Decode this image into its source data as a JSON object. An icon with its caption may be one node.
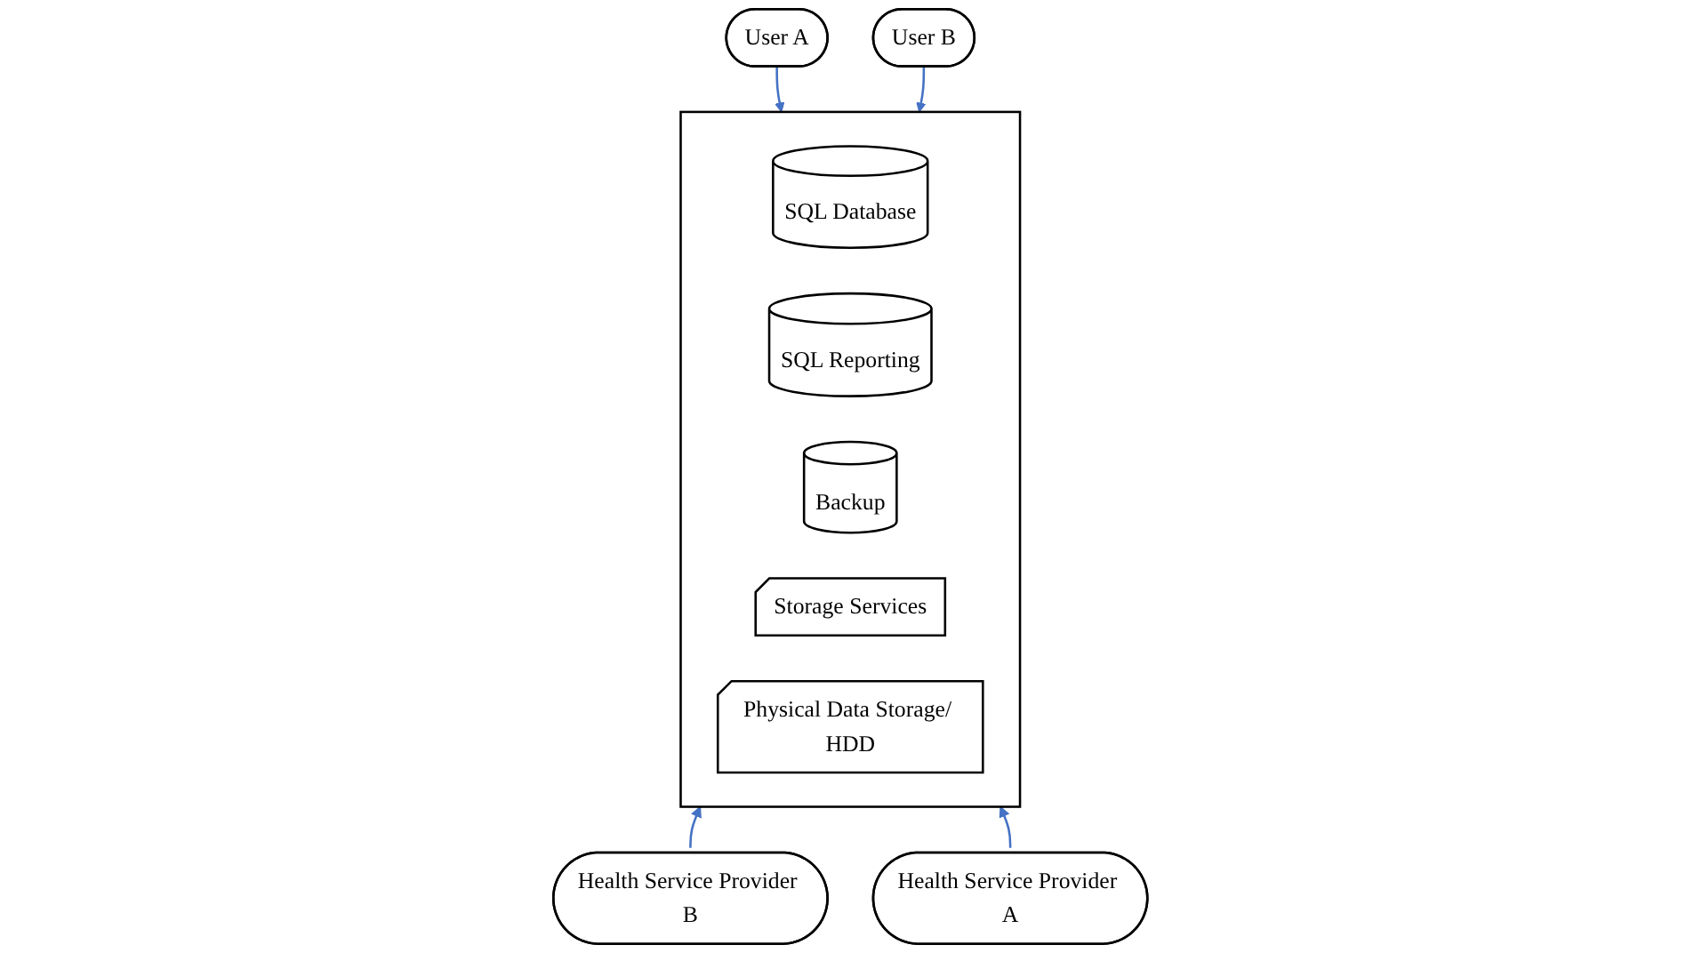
{
  "diagram": {
    "nodes": [
      {
        "text": [
          "User A"
        ]
      },
      {
        "text": [
          "User B"
        ]
      },
      {
        "text": [],
        "shape": "box"
      },
      {
        "text": [
          "SQL Database"
        ],
        "in": 2
      },
      {
        "text": [
          "SQL Reporting"
        ],
        "in": 2
      },
      {
        "text": [
          "Backup"
        ],
        "in": 2
      },
      {
        "text": [
          "Storage Services"
        ],
        "in": 2
      },
      {
        "text": [
          "Physical Data Storage/ HDD"
        ],
        "in": 2
      },
      {
        "text": [
          "Health Service Provider B"
        ]
      },
      {
        "text": [
          "Health Service Provider A"
        ]
      }
    ],
    "edges": [
      {
        "from": 0,
        "to": 2,
        "arrow": "to"
      },
      {
        "from": 1,
        "to": 2,
        "arrow": "to"
      },
      {
        "from": 8,
        "to": 2,
        "arrow": "to"
      },
      {
        "from": 9,
        "to": 2,
        "arrow": "to"
      }
    ]
  }
}
